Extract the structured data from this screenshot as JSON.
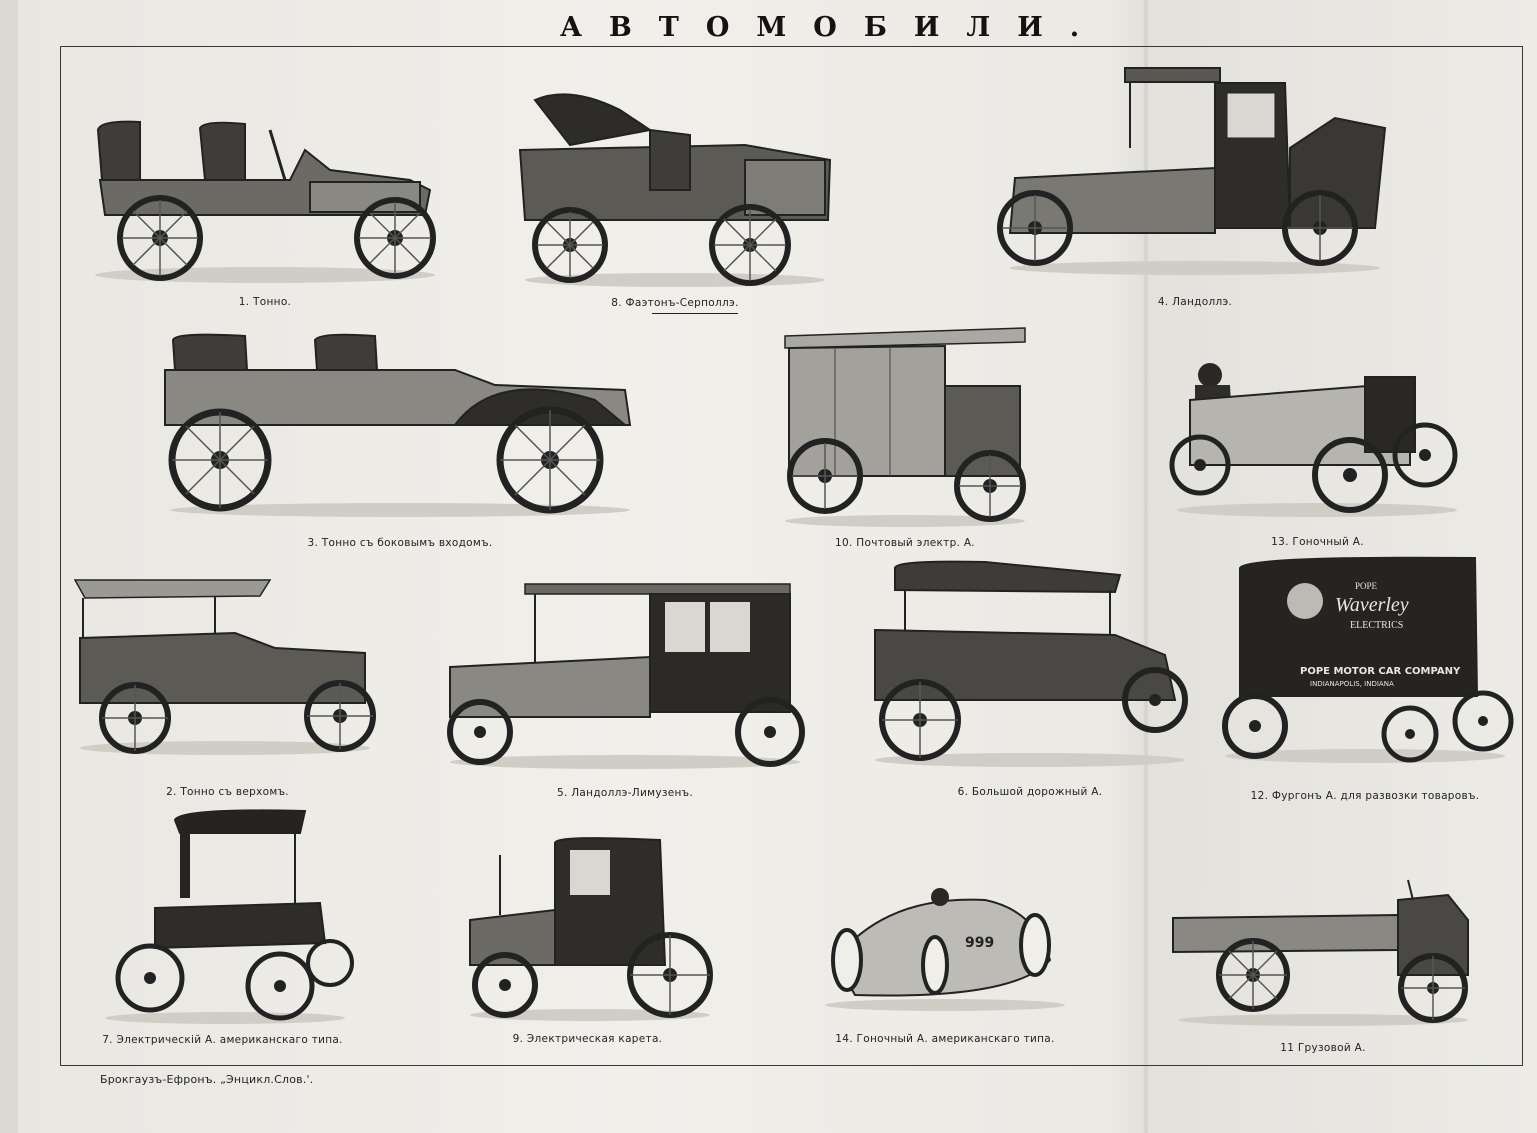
{
  "page": {
    "title": "АВТОМОБИЛИ.",
    "footer": "Брокгаузъ-Ефронъ. „Энцикл.Слов.'."
  },
  "plates": [
    {
      "id": "p1",
      "caption": "1. Тонно."
    },
    {
      "id": "p8",
      "caption": "8. Фаэтонъ-Серполлэ."
    },
    {
      "id": "p4",
      "caption": "4. Ландоллэ."
    },
    {
      "id": "p3",
      "caption": "3. Тонно съ боковымъ входомъ."
    },
    {
      "id": "p10",
      "caption": "10. Почтовый электр. А."
    },
    {
      "id": "p13",
      "caption": "13. Гоночный А."
    },
    {
      "id": "p2",
      "caption": "2. Тонно съ верхомъ."
    },
    {
      "id": "p5",
      "caption": "5. Ландоллэ-Лимузенъ."
    },
    {
      "id": "p6",
      "caption": "6. Большой дорожный А."
    },
    {
      "id": "p12",
      "caption": "12. Фургонъ А. для развозки товаровъ."
    },
    {
      "id": "p7",
      "caption": "7. Электрическiй А. американскаго типа."
    },
    {
      "id": "p9",
      "caption": "9. Электрическая карета."
    },
    {
      "id": "p14",
      "caption": "14. Гоночный А. американскаго типа."
    },
    {
      "id": "p11",
      "caption": "11 Грузовой А."
    }
  ],
  "van_lettering": {
    "line1": "POPE",
    "line2": "Waverley",
    "line3": "ELECTRICS",
    "line4": "POPE MOTOR CAR COMPANY",
    "line5": "INDIANAPOLIS, INDIANA"
  },
  "race_number": "999"
}
